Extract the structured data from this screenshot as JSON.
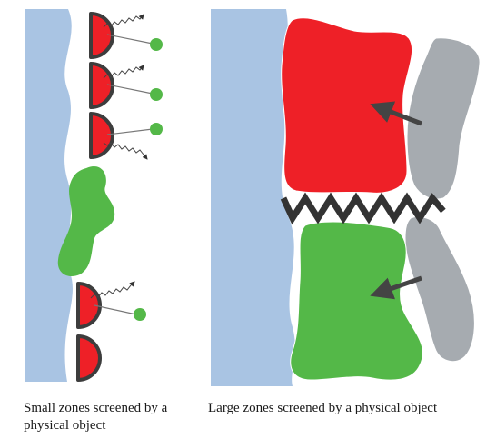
{
  "captions": {
    "left": "Small zones screened by a physical object",
    "right": "Large zones screened by a physical object"
  },
  "colors": {
    "surface": "#a9c4e3",
    "zone_red": "#ee2027",
    "zone_green": "#54b848",
    "obstacle_grey": "#a6abb0",
    "outline": "#3d3d3d",
    "spring": "#333333",
    "arrow": "#444444"
  },
  "panels": [
    {
      "name": "small-zones",
      "elements": [
        "surface",
        "semicircle-receptor",
        "green-ligand",
        "wavy-signal",
        "green-blob"
      ]
    },
    {
      "name": "large-zones",
      "elements": [
        "surface",
        "red-zone",
        "green-zone",
        "grey-obstacle",
        "zigzag-spring",
        "arrow"
      ]
    }
  ]
}
